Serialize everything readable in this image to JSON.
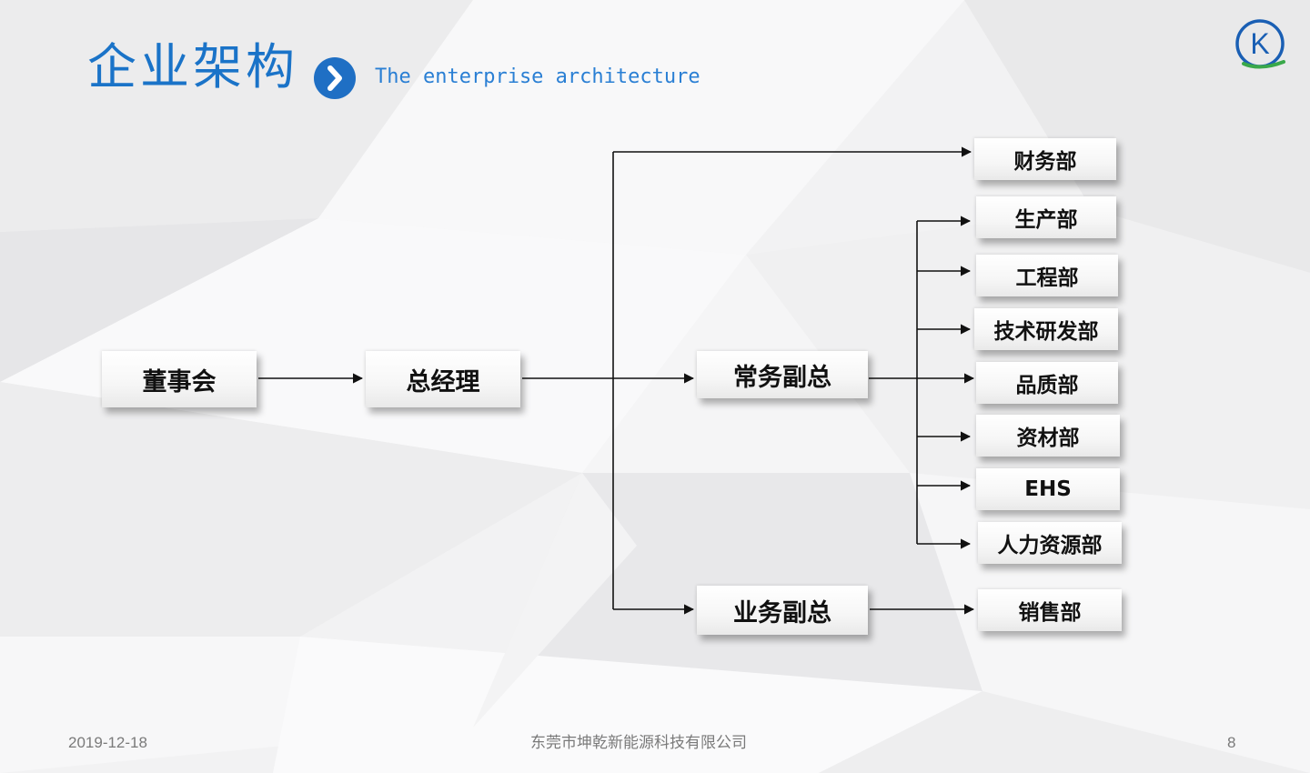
{
  "header": {
    "title_cn": "企业架构",
    "title_en": "The enterprise architecture",
    "accent_color": "#1a73c8",
    "arrow_icon": "chevron-right-icon",
    "logo_letter": "K"
  },
  "org_chart": {
    "board": "董事会",
    "general_manager": "总经理",
    "executive_vp": "常务副总",
    "business_vp": "业务副总",
    "finance_dept": "财务部",
    "evp_departments": [
      "生产部",
      "工程部",
      "技术研发部",
      "品质部",
      "资材部",
      "EHS",
      "人力资源部"
    ],
    "sales_dept": "销售部"
  },
  "footer": {
    "date": "2019-12-18",
    "company": "东莞市坤乾新能源科技有限公司",
    "page_number": "8"
  }
}
